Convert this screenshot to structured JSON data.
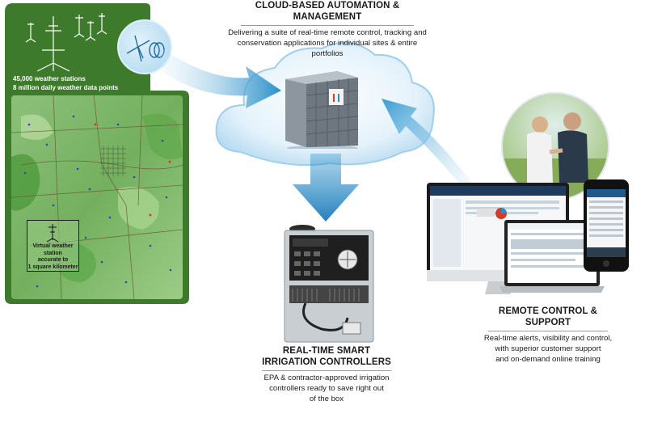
{
  "weather_panel": {
    "stations_line": "45,000 weather stations",
    "datapoints_line": "8 million daily weather data points",
    "virtual_station_lines": [
      "Virtual weather station",
      "accurate to",
      "1 square kilometer"
    ]
  },
  "cloud": {
    "title": "CLOUD-BASED AUTOMATION & MANAGEMENT",
    "description_lines": [
      "Delivering a suite of real-time remote control, tracking and",
      "conservation applications for individual sites & entire portfolios"
    ]
  },
  "controllers": {
    "title_lines": [
      "REAL-TIME SMART",
      "IRRIGATION CONTROLLERS"
    ],
    "description_lines": [
      "EPA & contractor-approved irrigation",
      "controllers ready to save right out",
      "of the box"
    ]
  },
  "remote": {
    "title": "REMOTE CONTROL & SUPPORT",
    "description_lines": [
      "Real-time alerts, visibility and control,",
      "with superior customer support",
      "and on-demand online training"
    ]
  },
  "colors": {
    "panel_green": "#3f7c2c",
    "map_green": "#7fb86a",
    "arrow_blue": "#2a8fc9",
    "cloud_blue": "#d6ecf8"
  },
  "icons": [
    "weather-station-icon",
    "server-rack-icon",
    "irrigation-controller-icon",
    "handshake-photo",
    "desktop-monitor-icon",
    "laptop-icon",
    "smartphone-icon"
  ]
}
